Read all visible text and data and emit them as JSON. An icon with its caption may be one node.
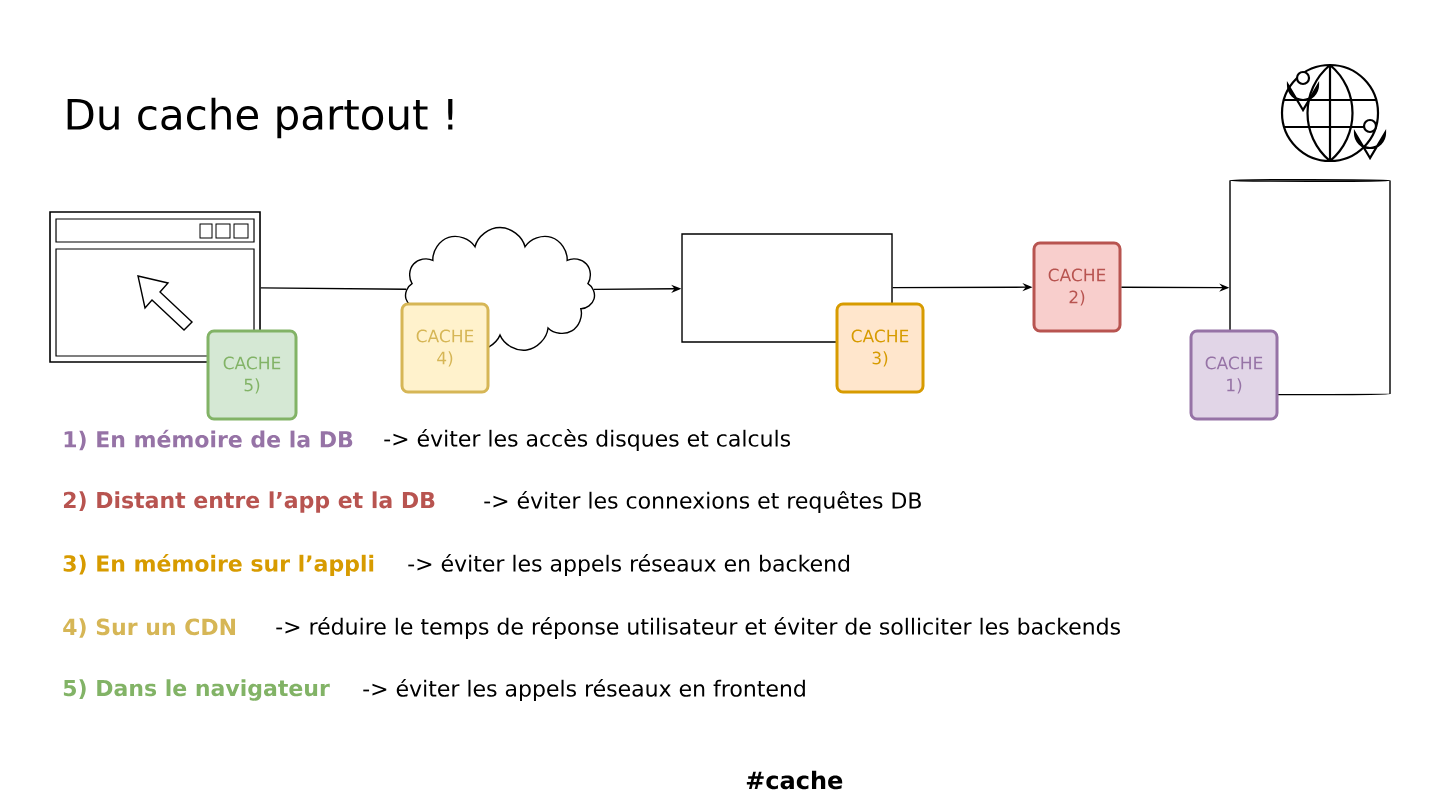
{
  "diagram": {
    "title": "Du cache partout !",
    "nodes": [
      {
        "text": [],
        "shape": "window"
      },
      {
        "text": [
          "CACHE 5)"
        ]
      },
      {
        "text": [],
        "shape": "cloud"
      },
      {
        "text": [
          "CACHE 4)"
        ]
      },
      {
        "text": [],
        "shape": "box"
      },
      {
        "text": [
          "CACHE 3)"
        ]
      },
      {
        "text": [
          "CACHE 2)"
        ]
      },
      {
        "text": [],
        "shape": "cylinder"
      },
      {
        "text": [
          "CACHE 1)"
        ]
      }
    ],
    "edges": [
      {
        "from": 0,
        "to": 2,
        "arrow": "none"
      },
      {
        "from": 2,
        "to": 4,
        "arrow": "to"
      },
      {
        "from": 4,
        "to": 6,
        "arrow": "to"
      },
      {
        "from": 6,
        "to": 7,
        "arrow": "to"
      }
    ],
    "labels": [
      "1) En mémoire de la DB",
      "-> éviter les accès disques et calculs",
      "2) Distant entre l’app et la DB",
      "-> éviter les connexions et requêtes DB",
      "3) En mémoire sur l’appli",
      "-> éviter les appels réseaux en backend",
      "4) Sur un CDN",
      "-> réduire le temps de réponse utilisateur et éviter de solliciter les backends",
      "5) Dans le navigateur",
      "-> éviter les appels réseaux en frontend",
      "#cache"
    ]
  }
}
